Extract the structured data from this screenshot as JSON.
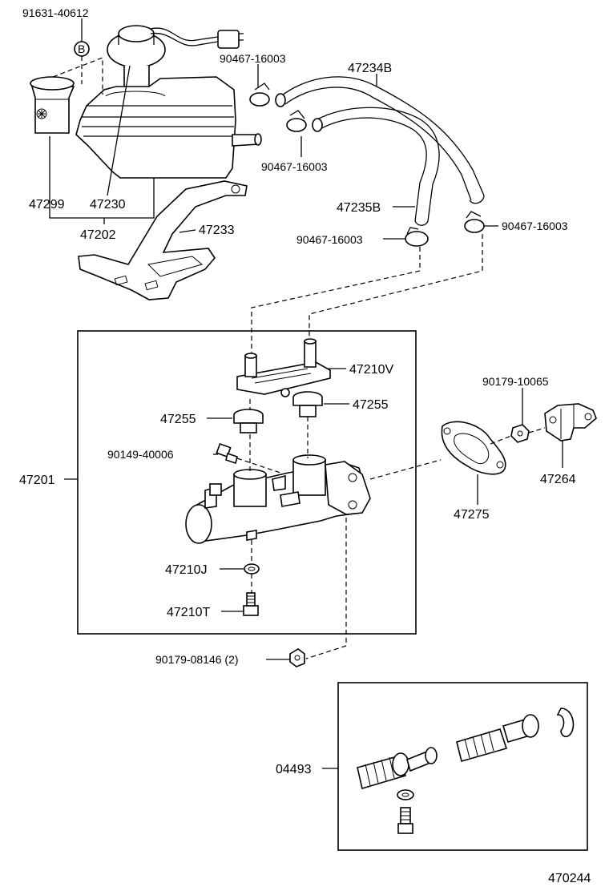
{
  "labels": {
    "p91631": "91631-40612",
    "pB": "B",
    "p90467a": "90467-16003",
    "p47234B": "47234B",
    "p90467b": "90467-16003",
    "p47299": "47299",
    "p47230": "47230",
    "p47202": "47202",
    "p47233": "47233",
    "p47235B": "47235B",
    "p90467c": "90467-16003",
    "p90467d": "90467-16003",
    "p47210V": "47210V",
    "p47255a": "47255",
    "p47255b": "47255",
    "p90179a": "90179-10065",
    "p90149": "90149-40006",
    "p47201": "47201",
    "p47264": "47264",
    "p47275": "47275",
    "p47210J": "47210J",
    "p47210T": "47210T",
    "p90179b": "90179-08146 (2)",
    "p04493": "04493",
    "diagramNo": "470244"
  }
}
